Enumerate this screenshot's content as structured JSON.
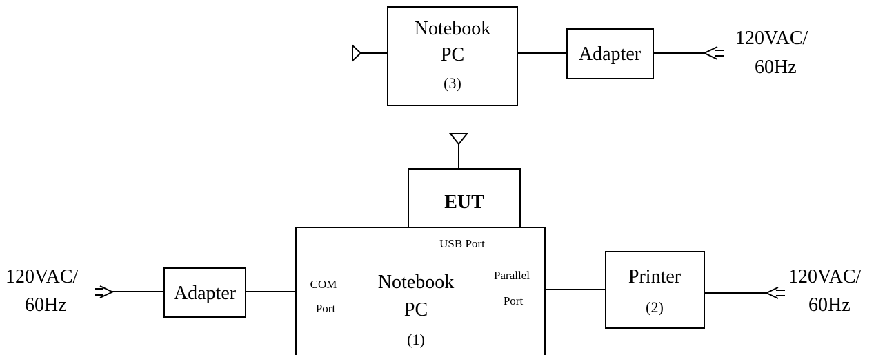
{
  "notebook3": {
    "line1": "Notebook",
    "line2": "PC",
    "index": "(3)"
  },
  "adapter_top": {
    "label": "Adapter"
  },
  "power_top": {
    "line1": "120VAC/",
    "line2": "60Hz"
  },
  "eut": {
    "label": "EUT"
  },
  "notebook1": {
    "usb_port": "USB Port",
    "com_line1": "COM",
    "com_line2": "Port",
    "line1": "Notebook",
    "line2": "PC",
    "index": "(1)",
    "parallel_line1": "Parallel",
    "parallel_line2": "Port"
  },
  "adapter_left": {
    "label": "Adapter"
  },
  "power_left": {
    "line1": "120VAC/",
    "line2": "60Hz"
  },
  "printer": {
    "label": "Printer",
    "index": "(2)"
  },
  "power_right": {
    "line1": "120VAC/",
    "line2": "60Hz"
  }
}
